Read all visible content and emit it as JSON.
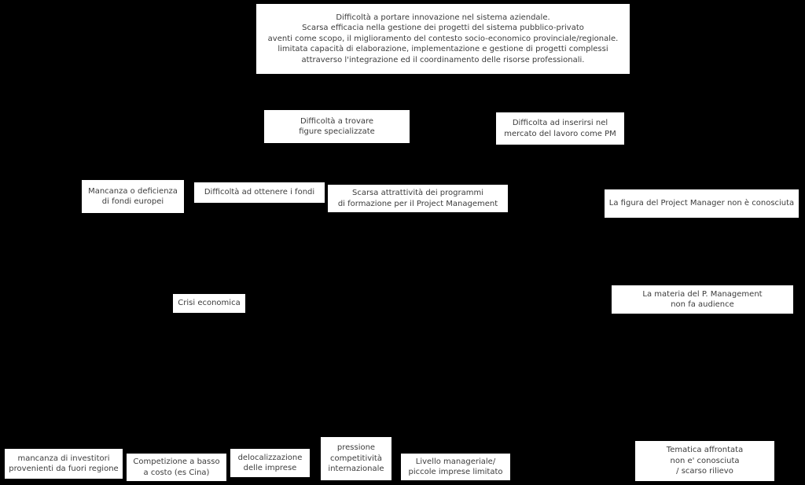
{
  "diagram": {
    "background_color": "#000000",
    "box_fill_color": "#ffffff",
    "box_border_color": "#000000",
    "text_color": "#3c3c3c",
    "nodes": [
      {
        "id": "root-problem",
        "text": "Difficoltà a portare innovazione nel sistema aziendale.\nScarsa efficacia nella gestione dei progetti del sistema pubblico-privato\naventi come scopo, il miglioramento del contesto socio-economico provinciale/regionale.\nlimitata capacità di elaborazione, implementazione e gestione di progetti complessi\nattraverso l'integrazione ed il coordinamento delle risorse professionali."
      },
      {
        "id": "difficolta-trovare-figure",
        "text": "Difficoltà a trovare\nfigure specializzate"
      },
      {
        "id": "inserirsi-mercato-lavoro",
        "text": "Difficolta ad inserirsi nel\nmercato del lavoro come PM"
      },
      {
        "id": "mancanza-fondi-europei",
        "text": "Mancanza o deficienza\ndi fondi europei"
      },
      {
        "id": "difficolta-ottenere-fondi",
        "text": "Difficoltà ad ottenere i fondi"
      },
      {
        "id": "scarsa-attrattivita-programmi",
        "text": "Scarsa attrattività dei programmi\ndi formazione per il Project Management"
      },
      {
        "id": "figura-pm-non-conosciuta",
        "text": "La figura del Project Manager non è conosciuta"
      },
      {
        "id": "crisi-economica",
        "text": "Crisi economica"
      },
      {
        "id": "materia-pm-non-fa-audience",
        "text": "La materia del P. Management\nnon fa audience"
      },
      {
        "id": "mancanza-investitori",
        "text": "mancanza di investitori\nprovenienti da fuori regione"
      },
      {
        "id": "competizione-basso-costo",
        "text": "Competizione a basso\na costo (es Cina)"
      },
      {
        "id": "delocalizzazione-imprese",
        "text": "delocalizzazione\ndelle imprese"
      },
      {
        "id": "pressione-competitivita",
        "text": "pressione\ncompetitività\ninternazionale"
      },
      {
        "id": "livello-manageriale-limitato",
        "text": "Livello manageriale/\npiccole imprese limitato"
      },
      {
        "id": "tematica-scarso-rilievo",
        "text": "Tematica affrontata\nnon e' conosciuta\n/ scarso rilievo"
      }
    ]
  }
}
